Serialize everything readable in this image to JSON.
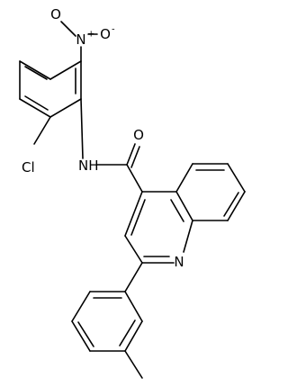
{
  "molecule": {
    "atoms": {
      "nitro_n": "N",
      "nitro_n_charge": "+",
      "nitro_o_left": "O",
      "nitro_o_right": "O",
      "nitro_o_right_charge": "-",
      "chlorine": "Cl",
      "amide_n": "NH",
      "carbonyl_o": "O",
      "quinoline_n": "N"
    }
  }
}
